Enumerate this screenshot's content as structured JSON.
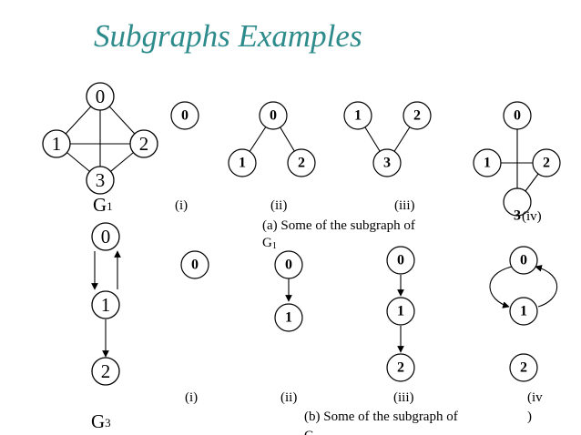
{
  "slide": {
    "title": "Subgraphs Examples",
    "g1_label": "G",
    "g1_sub": "1",
    "g3_label": "G",
    "g3_sub": "3",
    "row1_labels": [
      "(i)",
      "(ii)",
      "(iii)",
      "(iv)"
    ],
    "row2_labels": [
      "(i)",
      "(ii)",
      "(iii)",
      "(iv",
      ")"
    ],
    "caption_a_line1": "(a) Some of the subgraph of",
    "caption_a_line2": "G",
    "caption_a_line2_sub": "1",
    "caption_b": "(b) Some of the subgraph of",
    "caption_b_line2": "G"
  },
  "nodes": {
    "g1": [
      "0",
      "1",
      "2",
      "3"
    ],
    "row1_i": [
      "0"
    ],
    "row1_ii": [
      "0",
      "1",
      "2"
    ],
    "row1_iii": [
      "1",
      "2",
      "3"
    ],
    "row1_iv": [
      "0",
      "1",
      "2",
      "3"
    ],
    "g3": [
      "0",
      "1",
      "2"
    ],
    "row2_i": [
      "0"
    ],
    "row2_ii": [
      "0",
      "1"
    ],
    "row2_iii": [
      "0",
      "1",
      "2"
    ],
    "row2_iv": [
      "0",
      "1",
      "2"
    ]
  }
}
